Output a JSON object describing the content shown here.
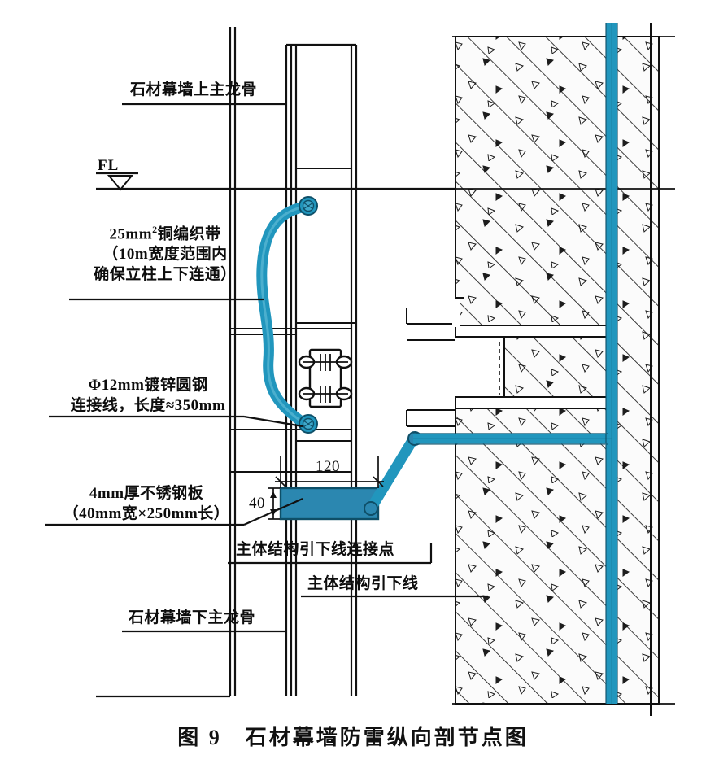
{
  "figure": {
    "number": "图 9",
    "title": "石材幕墙防雷纵向剖节点图",
    "full_caption": "图 9　石材幕墙防雷纵向剖节点图"
  },
  "colors": {
    "conductor_blue": "#2196bd",
    "plate_blue": "#2b87b0",
    "line_black": "#111111",
    "hatch_black": "#1a1a1a",
    "background": "#ffffff"
  },
  "labels": {
    "top_mullion": "石材幕墙上主龙骨",
    "floor_level": "FL",
    "copper_braid_line1": "25mm",
    "copper_braid_sup": "2",
    "copper_braid_line1b": "铜编织带",
    "copper_braid_line2": "（10m宽度范围内",
    "copper_braid_line3": "确保立柱上下连通）",
    "round_steel_line1": "Φ12mm镀锌圆钢",
    "round_steel_line2": "连接线，长度≈350mm",
    "steel_plate_line1": "4mm厚不锈钢板",
    "steel_plate_line2": "（40mm宽×250mm长）",
    "down_conductor_joint": "主体结构引下线连接点",
    "down_conductor": "主体结构引下线",
    "bottom_mullion": "石材幕墙下主龙骨"
  },
  "dimensions": {
    "plate_length": "120",
    "plate_height": "40"
  },
  "components": {
    "upper_bolt": "upper-connection-bolt",
    "lower_bolt": "lower-connection-bolt",
    "bracket_bolts": "bracket-bolt-assembly",
    "concrete_wall": "concrete-hatch-region",
    "vertical_down_conductor": "vertical-down-conductor"
  }
}
